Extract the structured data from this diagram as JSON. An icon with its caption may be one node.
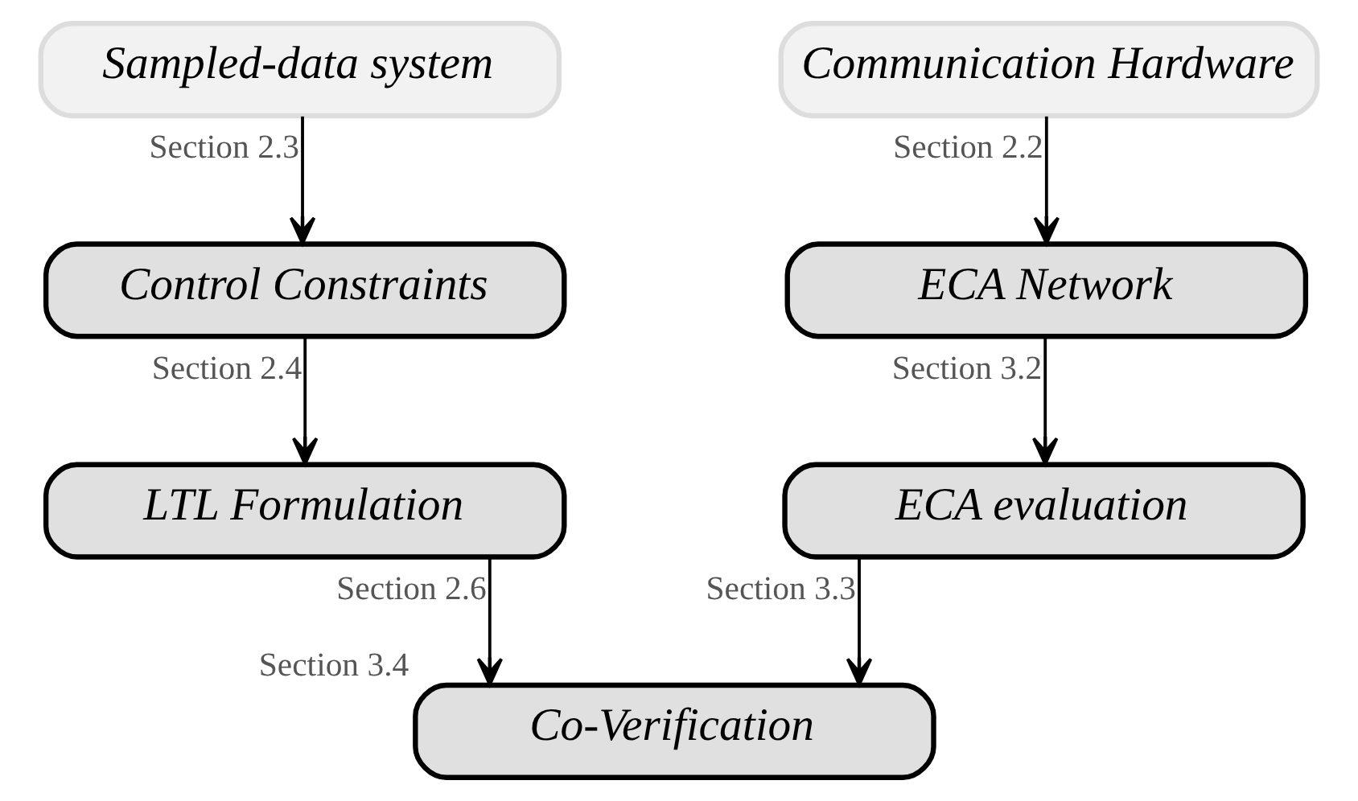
{
  "diagram": {
    "nodes": [
      {
        "text": [
          "Sampled-data system"
        ]
      },
      {
        "text": [
          "Communication Hardware"
        ]
      },
      {
        "text": [
          "Control Constraints"
        ]
      },
      {
        "text": [
          "ECA Network"
        ]
      },
      {
        "text": [
          "LTL Formulation"
        ]
      },
      {
        "text": [
          "ECA evaluation"
        ]
      },
      {
        "text": [
          "Co-Verification"
        ],
        "beside": [
          "Section 3.4"
        ]
      }
    ],
    "edges": [
      {
        "from": 0,
        "to": 2,
        "arrow": "to",
        "label": "Section 2.3"
      },
      {
        "from": 1,
        "to": 3,
        "arrow": "to",
        "label": "Section 2.2"
      },
      {
        "from": 2,
        "to": 4,
        "arrow": "to",
        "label": "Section 2.4"
      },
      {
        "from": 3,
        "to": 5,
        "arrow": "to",
        "label": "Section 3.2"
      },
      {
        "from": 4,
        "to": 6,
        "arrow": "to",
        "label": "Section 2.6"
      },
      {
        "from": 5,
        "to": 6,
        "arrow": "to",
        "label": "Section 3.3"
      }
    ]
  }
}
